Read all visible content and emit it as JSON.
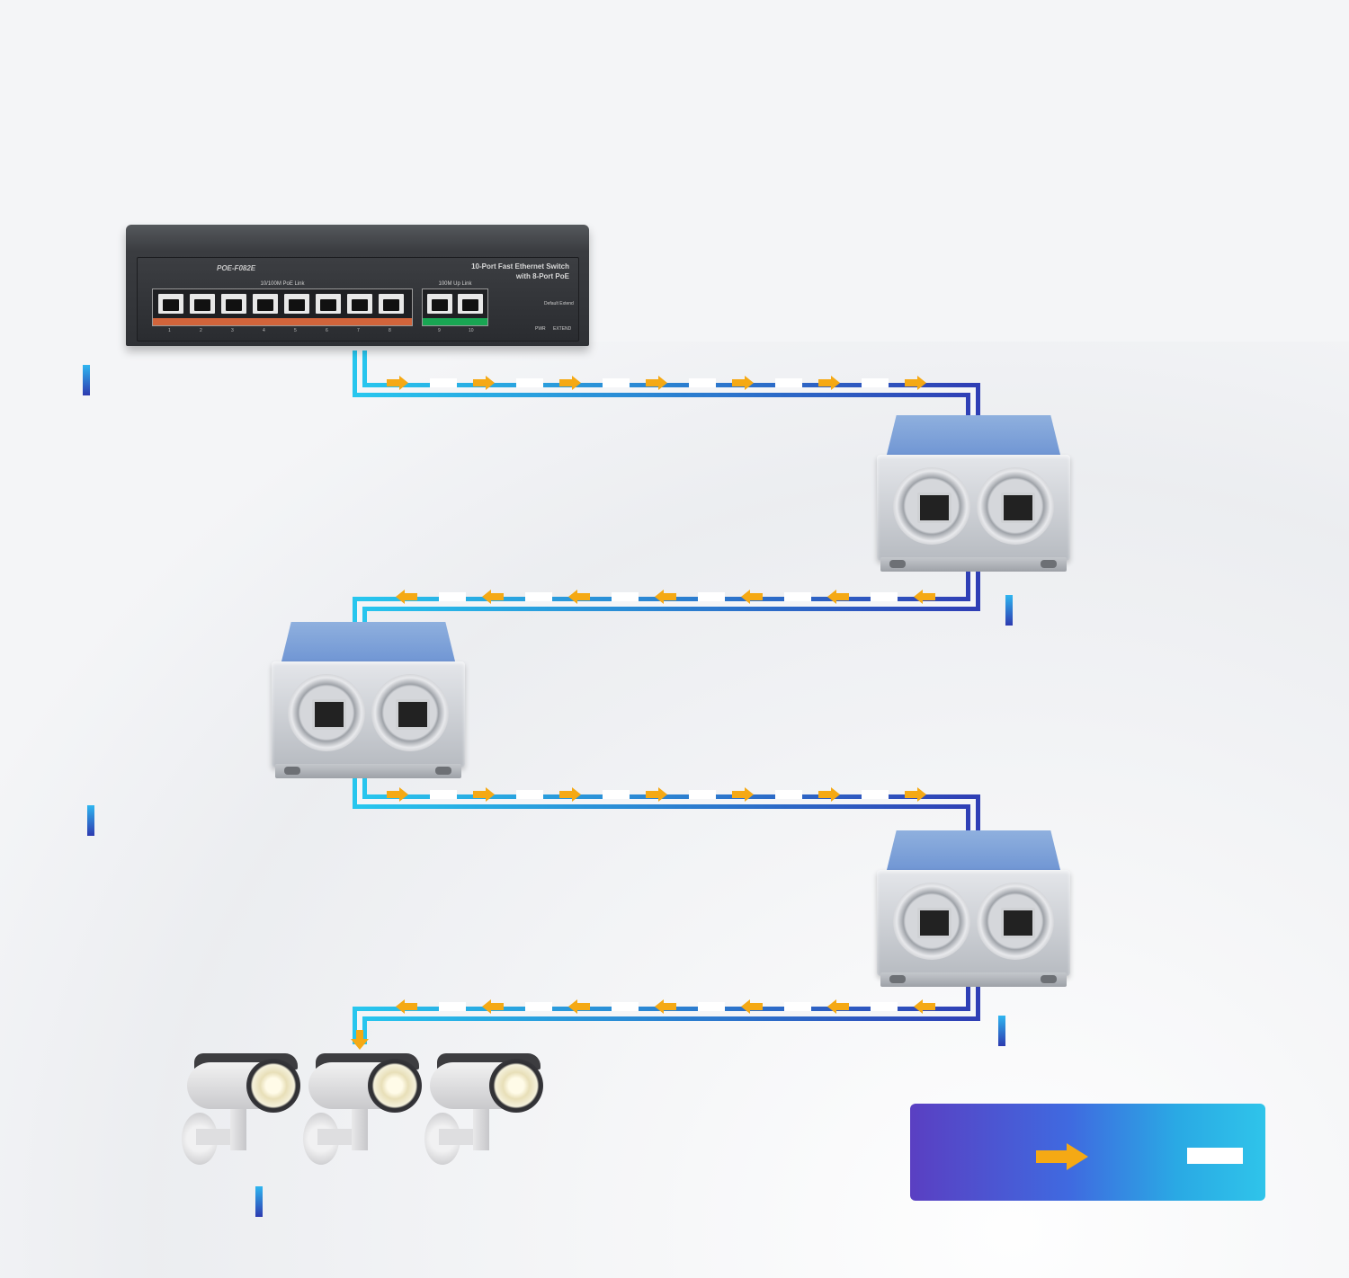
{
  "switch": {
    "model": "POE-F082E",
    "title_line1": "10-Port Fast Ethernet Switch",
    "title_line2": "with 8-Port PoE",
    "poe_group_label": "10/100M PoE Link",
    "uplink_group_label": "100M Up Link",
    "poe_port_numbers": [
      "1",
      "2",
      "3",
      "4",
      "5",
      "6",
      "7",
      "8"
    ],
    "uplink_port_numbers": [
      "9",
      "10"
    ],
    "control_default": "Default",
    "control_extend": "Extend",
    "led_pwr": "PWR",
    "led_extend": "EXTEND"
  },
  "colors": {
    "cable_light": "#27c6ee",
    "cable_dark": "#2f3fb5",
    "data_arrow": "#f5a914",
    "power_dash": "#ffffff",
    "marker_top": "#2fb6f0",
    "marker_bottom": "#2d3ab0"
  },
  "icons": {
    "switch": "poe-switch-icon",
    "extender": "poe-extender-icon",
    "camera": "ip-camera-icon",
    "arrow": "arrow-right-icon"
  }
}
